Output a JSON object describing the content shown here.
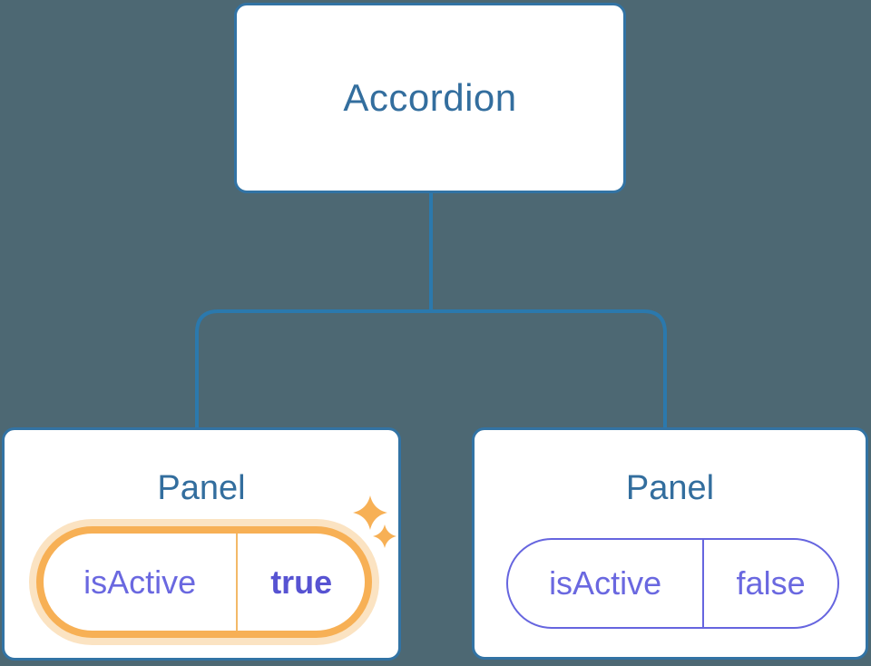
{
  "tree": {
    "root": {
      "label": "Accordion"
    },
    "children": [
      {
        "label": "Panel",
        "state_key": "isActive",
        "state_value": "true",
        "highlighted": true
      },
      {
        "label": "Panel",
        "state_key": "isActive",
        "state_value": "false",
        "highlighted": false
      }
    ]
  },
  "icons": {
    "sparkle_large": "sparkle-icon",
    "sparkle_small": "sparkle-icon"
  },
  "colors": {
    "background": "#4D6873",
    "card_background": "#FFFFFF",
    "card_border": "#3273A4",
    "connector_line": "#2B79AD",
    "node_label_text": "#336E9E",
    "state_text_purple": "#6A68E0",
    "state_value_active_purple": "#5753D2",
    "highlight_orange": "#F7B055",
    "highlight_glow": "#FBE3C2",
    "highlight_divider": "#F3B968"
  }
}
